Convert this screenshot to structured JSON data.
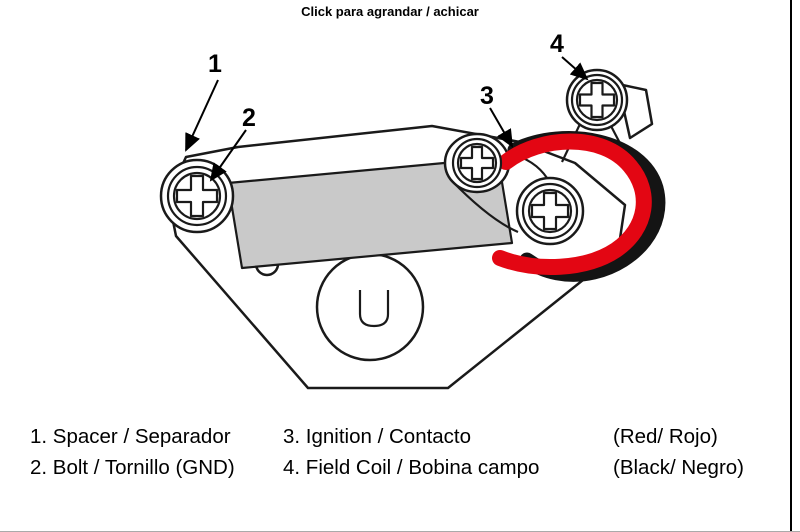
{
  "title": "Click para agrandar / achicar",
  "diagram": {
    "callouts": [
      "1",
      "2",
      "3",
      "4"
    ],
    "colors": {
      "wire_red": "#e30613",
      "wire_black": "#141414",
      "coil_gray": "#c9c9c9",
      "line": "#1a1a1a"
    }
  },
  "legend": {
    "rows": [
      {
        "item_left": "1. Spacer / Separador",
        "item_right": "3. Ignition / Contacto",
        "wire": "(Red/ Rojo)"
      },
      {
        "item_left": "2. Bolt / Tornillo (GND)",
        "item_right": "4. Field Coil / Bobina campo",
        "wire": "(Black/ Negro)"
      }
    ]
  }
}
